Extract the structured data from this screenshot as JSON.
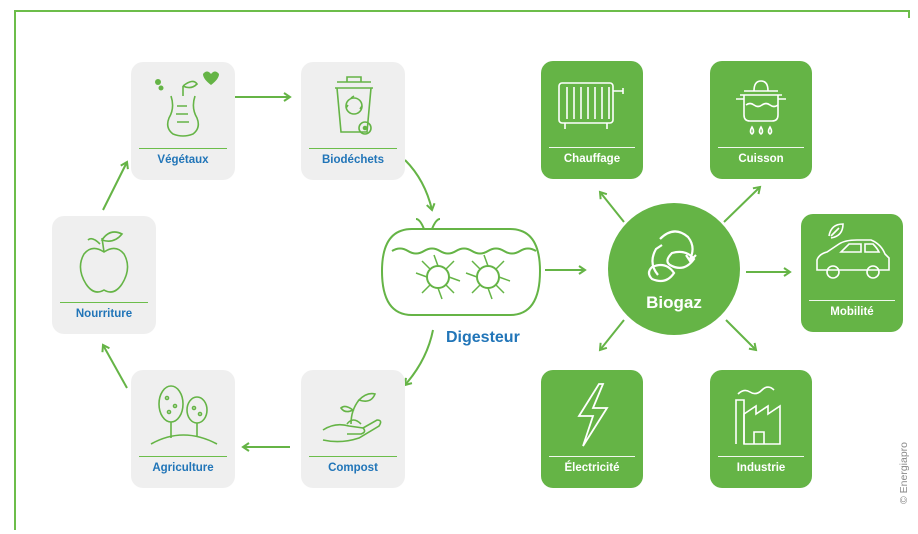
{
  "cycle": {
    "vegetaux": "Végétaux",
    "biodechets": "Biodéchets",
    "nourriture": "Nourriture",
    "agriculture": "Agriculture",
    "compost": "Compost"
  },
  "digester": {
    "label": "Digesteur"
  },
  "biogas": {
    "label": "Biogaz"
  },
  "uses": {
    "chauffage": "Chauffage",
    "cuisson": "Cuisson",
    "mobilite": "Mobilité",
    "electricite": "Électricité",
    "industrie": "Industrie"
  },
  "credit": "© Energiapro",
  "colors": {
    "green": "#65b446",
    "blue": "#2175b8",
    "card_grey": "#efefef"
  }
}
